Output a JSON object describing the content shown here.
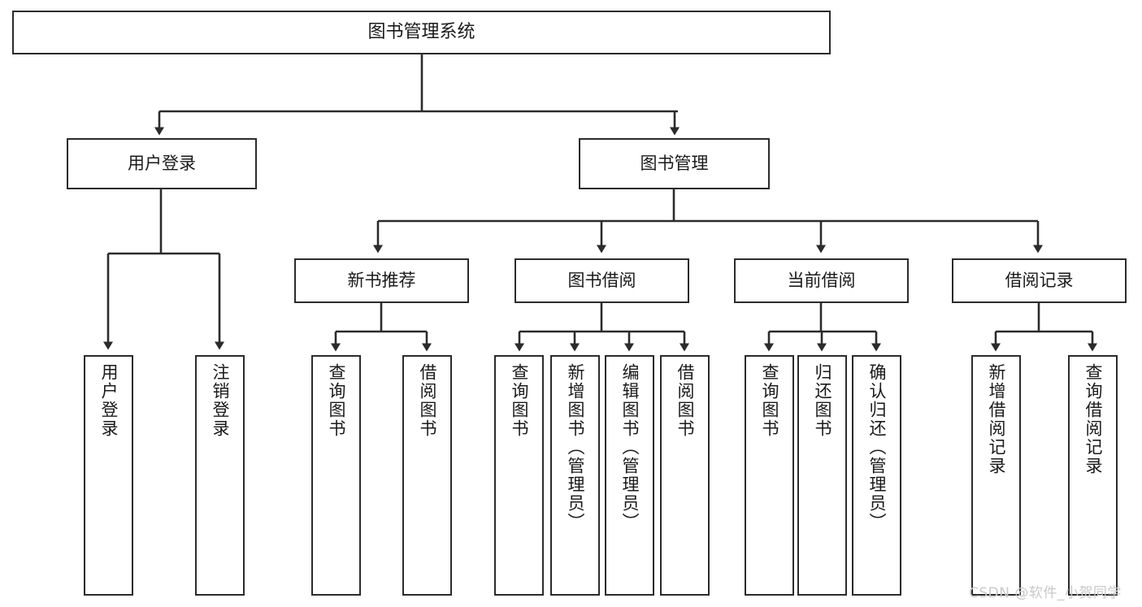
{
  "diagram": {
    "title": "图书管理系统",
    "type": "tree-hierarchy-chart",
    "watermark": "CSDN @软件_小贺同学",
    "colors": {
      "stroke": "#2b2b2b",
      "fill": "#ffffff",
      "text": "#1a1a1a",
      "watermark": "#c9c9c9"
    },
    "nodes": {
      "root": {
        "label": "图书管理系统"
      },
      "level2": [
        {
          "id": "user-login",
          "label": "用户登录"
        },
        {
          "id": "book-manage",
          "label": "图书管理"
        }
      ],
      "level3": [
        {
          "id": "new-book-recommend",
          "label": "新书推荐"
        },
        {
          "id": "book-borrow",
          "label": "图书借阅"
        },
        {
          "id": "current-borrow",
          "label": "当前借阅"
        },
        {
          "id": "borrow-record",
          "label": "借阅记录"
        }
      ],
      "leaves": {
        "user_login": [
          {
            "id": "leaf-user-login",
            "label": "用户登录"
          },
          {
            "id": "leaf-logout-login",
            "label": "注销登录"
          }
        ],
        "new_book_recommend": [
          {
            "id": "leaf-query-book-1",
            "label": "查询图书"
          },
          {
            "id": "leaf-borrow-book-1",
            "label": "借阅图书"
          }
        ],
        "book_borrow": [
          {
            "id": "leaf-query-book-2",
            "label": "查询图书"
          },
          {
            "id": "leaf-add-book",
            "label": "新增图书（管理员）"
          },
          {
            "id": "leaf-edit-book",
            "label": "编辑图书（管理员）"
          },
          {
            "id": "leaf-borrow-book-2",
            "label": "借阅图书"
          }
        ],
        "current_borrow": [
          {
            "id": "leaf-query-book-3",
            "label": "查询图书"
          },
          {
            "id": "leaf-return-book",
            "label": "归还图书"
          },
          {
            "id": "leaf-confirm-return",
            "label": "确认归还（管理员）"
          }
        ],
        "borrow_record": [
          {
            "id": "leaf-add-record",
            "label": "新增借阅记录"
          },
          {
            "id": "leaf-query-record",
            "label": "查询借阅记录"
          }
        ]
      }
    }
  }
}
